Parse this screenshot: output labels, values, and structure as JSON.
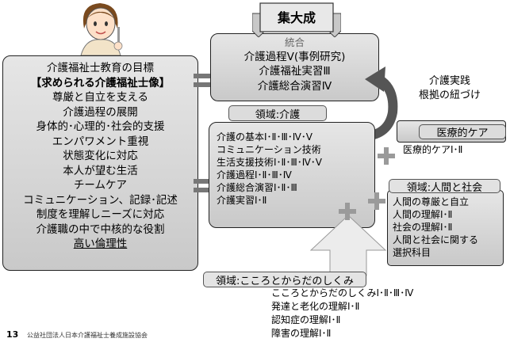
{
  "banner": {
    "label": "集大成"
  },
  "top_box": {
    "title": "統合",
    "lines": [
      "介護過程Ⅴ(事例研究)",
      "介護福祉実習Ⅲ",
      "介護総合演習Ⅳ"
    ]
  },
  "goals_box": {
    "lines": [
      "介護福祉士教育の目標",
      "【求められる介護福祉士像】",
      "尊厳と自立を支える",
      "介護過程の展開",
      "身体的･心理的･社会的支援",
      "エンパワメント重視",
      "状態変化に対応",
      "本人が望む生活",
      "チームケア",
      "コミュニケーション、記録･記述",
      "制度を理解しニーズに対応",
      "介護職の中で中核的な役割",
      "高い倫理性"
    ]
  },
  "arrow_label": {
    "lines": [
      "介護実践",
      "根拠の紐づけ"
    ]
  },
  "care_domain": {
    "label": "領域:介護",
    "lines": [
      "介護の基本Ⅰ･Ⅱ･Ⅲ･Ⅳ･Ⅴ",
      "コミュニケーション技術",
      "生活支援技術Ⅰ･Ⅱ･Ⅲ･Ⅳ･Ⅴ",
      "介護過程Ⅰ･Ⅱ･Ⅲ･Ⅳ",
      "介護総合演習Ⅰ･Ⅱ･Ⅲ",
      "介護実習Ⅰ･Ⅱ"
    ]
  },
  "medical_care": {
    "title": "医療的ケア",
    "item": "医療的ケアⅠ･Ⅱ"
  },
  "society_domain": {
    "label": "領域:人間と社会",
    "lines": [
      "人間の尊厳と自立",
      "人間の理解Ⅰ･Ⅱ",
      "社会の理解Ⅰ･Ⅱ",
      "人間と社会に関する",
      "選択科目"
    ]
  },
  "mind_body_domain": {
    "label": "領域:こころとからだのしくみ",
    "lines": [
      "こころとからだのしくみⅠ･Ⅱ･Ⅲ･Ⅳ",
      "発達と老化の理解Ⅰ･Ⅱ",
      "認知症の理解Ⅰ･Ⅱ",
      "障害の理解Ⅰ･Ⅱ"
    ]
  },
  "footer": {
    "page_number": "13",
    "organization": "公益社団法人日本介護福祉士養成施設協会"
  },
  "colors": {
    "box_fill": "#d4d4d4",
    "box_border": "#222222",
    "arrow": "#555555",
    "plus": "#9a9a9a"
  }
}
